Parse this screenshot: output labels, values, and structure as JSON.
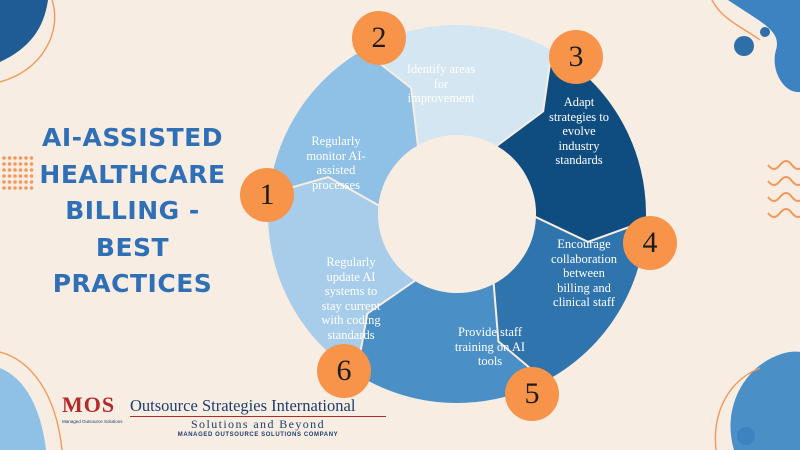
{
  "colors": {
    "background": "#f7ede3",
    "title": "#2f6fb5",
    "badge": "#f7944a",
    "deco_dark": "#1f5b95",
    "deco_mid": "#3d83c1",
    "deco_orange": "#f39a5b",
    "segment_1": "#8fc0e6",
    "segment_2": "#d3e6f2",
    "segment_3": "#0f4d80",
    "segment_4": "#2f74ad",
    "segment_5": "#4a8fc6",
    "segment_6": "#a7cdea"
  },
  "title_lines": [
    "AI-ASSISTED",
    "HEALTHCARE",
    "BILLING -",
    "BEST",
    "PRACTICES"
  ],
  "steps": [
    {
      "number": "1",
      "text_lines": [
        "Regularly",
        "monitor AI-",
        "assisted",
        "processes"
      ]
    },
    {
      "number": "2",
      "text_lines": [
        "Identify areas",
        "for",
        "improvement"
      ]
    },
    {
      "number": "3",
      "text_lines": [
        "Adapt",
        "strategies to",
        "evolve",
        "industry",
        "standards"
      ]
    },
    {
      "number": "4",
      "text_lines": [
        "Encourage",
        "collaboration",
        "between",
        "billing and",
        "clinical staff"
      ]
    },
    {
      "number": "5",
      "text_lines": [
        "Provide staff",
        "training on AI",
        "tools"
      ]
    },
    {
      "number": "6",
      "text_lines": [
        "Regularly",
        "update AI",
        "systems to",
        "stay current",
        "with coding",
        "standards"
      ]
    }
  ],
  "logo": {
    "mark": "MOS",
    "small_text": "Managed Outsource Solutions",
    "company_name": "Outsource Strategies International",
    "tagline": "Solutions and Beyond",
    "subtitle": "MANAGED OUTSOURCE SOLUTIONS COMPANY"
  }
}
